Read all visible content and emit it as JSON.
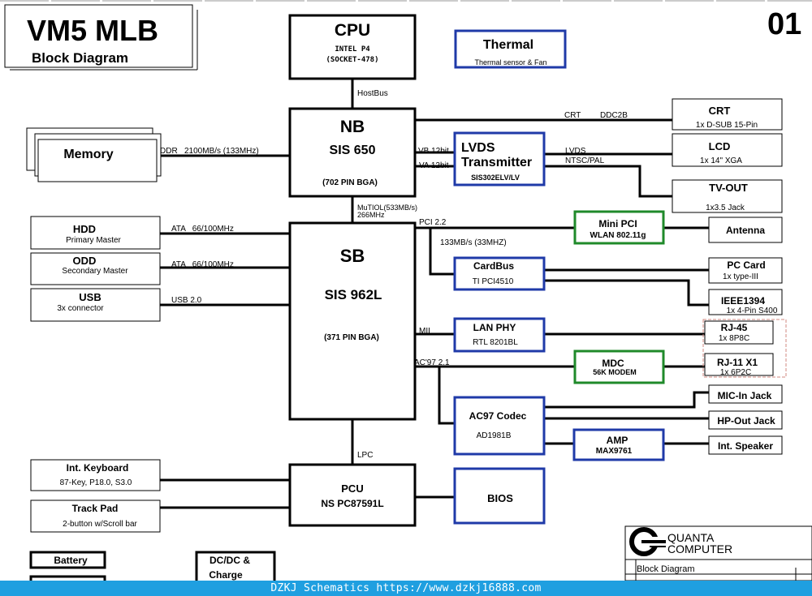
{
  "title": {
    "main": "VM5 MLB",
    "sub": "Block Diagram",
    "page": "01"
  },
  "blocks": {
    "cpu": {
      "title": "CPU",
      "line1": "INTEL P4",
      "line2": "(SOCKET-478)"
    },
    "thermal": {
      "title": "Thermal",
      "sub": "Thermal sensor & Fan"
    },
    "nb": {
      "title": "NB",
      "model": "SIS 650",
      "pkg": "(702 PIN BGA)"
    },
    "memory": {
      "title": "Memory"
    },
    "lvds": {
      "title1": "LVDS",
      "title2": "Transmitter",
      "model": "SIS302ELV/LV"
    },
    "crt": {
      "title": "CRT",
      "sub": "1x D-SUB 15-Pin"
    },
    "lcd": {
      "title": "LCD",
      "sub": "1x 14\" XGA"
    },
    "tvout": {
      "title": "TV-OUT",
      "sub": "1x3.5 Jack"
    },
    "sb": {
      "title": "SB",
      "model": "SIS 962L",
      "pkg": "(371 PIN BGA)"
    },
    "hdd": {
      "title": "HDD",
      "sub": "Primary Master"
    },
    "odd": {
      "title": "ODD",
      "sub": "Secondary Master"
    },
    "usb": {
      "title": "USB",
      "sub": "3x connector"
    },
    "minipci": {
      "title": "Mini PCI",
      "sub": "WLAN 802.11g"
    },
    "antenna": {
      "title": "Antenna"
    },
    "cardbus": {
      "title": "CardBus",
      "sub": "TI PCI4510"
    },
    "pccard": {
      "title": "PC Card",
      "sub": "1x type-III"
    },
    "ieee": {
      "title": "IEEE1394",
      "sub": "1x 4-Pin S400"
    },
    "lanphy": {
      "title": "LAN PHY",
      "sub": "RTL 8201BL"
    },
    "rj45": {
      "title": "RJ-45",
      "sub": "1x 8P8C"
    },
    "mdc": {
      "title": "MDC",
      "sub": "56K MODEM"
    },
    "rj11": {
      "title": "RJ-11 X1",
      "sub": "1x 6P2C"
    },
    "ac97": {
      "title": "AC97 Codec",
      "sub": "AD1981B"
    },
    "micin": {
      "title": "MIC-In Jack"
    },
    "hpout": {
      "title": "HP-Out Jack"
    },
    "amp": {
      "title": "AMP",
      "sub": "MAX9761"
    },
    "speaker": {
      "title": "Int. Speaker"
    },
    "pcu": {
      "title": "PCU",
      "sub": "NS PC87591L"
    },
    "bios": {
      "title": "BIOS"
    },
    "keyboard": {
      "title": "Int. Keyboard",
      "sub": "87-Key, P18.0, S3.0"
    },
    "trackpad": {
      "title": "Track Pad",
      "sub": "2-button w/Scroll bar"
    },
    "battery": {
      "title": "Battery"
    },
    "dcdc": {
      "title1": "DC/DC &",
      "title2": "Charge"
    }
  },
  "signals": {
    "hostbus": "HostBus",
    "crt": "CRT",
    "ddc2b": "DDC2B",
    "ddr": "DDR   2100MB/s (133MHz)",
    "vb": "VB 12bit",
    "va": "VA 12bit",
    "lvds": "LVDS",
    "ntsc": "NTSC/PAL",
    "mutiol1": "MuTIOL(533MB/s)",
    "mutiol2": "266MHz",
    "pci": "PCI 2.2",
    "pcispeed": "133MB/s (33MHZ)",
    "ata1": "ATA   66/100MHz",
    "ata2": "ATA   66/100MHz",
    "usb": "USB 2.0",
    "mii": "MII",
    "ac97": "AC'97 2.1",
    "lpc": "LPC"
  },
  "titleblock": {
    "company1": "QUANTA",
    "company2": "COMPUTER",
    "doc": "Block Diagram"
  },
  "footer": "DZKJ Schematics https://www.dzkj16888.com",
  "colors": {
    "blue": "#1f3aa8",
    "green": "#1f8a2a",
    "footer": "#1f9fe0",
    "redbox": "#d08a80"
  }
}
